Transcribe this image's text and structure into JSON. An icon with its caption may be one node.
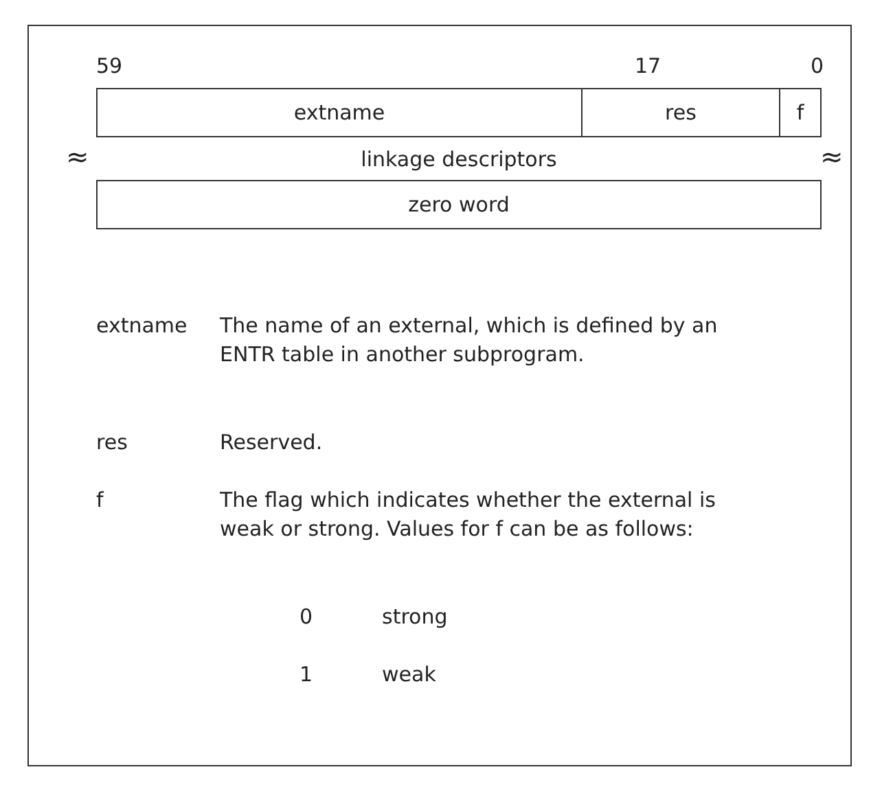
{
  "diagram": {
    "nodes": [
      {
        "text": [
          "extname"
        ]
      },
      {
        "text": [
          "res"
        ]
      },
      {
        "text": [
          "f"
        ]
      },
      {
        "text": [
          "linkage descriptors"
        ]
      },
      {
        "text": [
          "zero word"
        ]
      }
    ],
    "edges": [],
    "labels": [
      "59",
      "17",
      "0",
      "≈",
      "≈",
      "extname",
      "The name of an external, which is defined by an ENTR table in another subprogram.",
      "res",
      "Reserved.",
      "f",
      "The flag which indicates whether the external is weak or strong. Values for f can be as follows:",
      "0",
      "strong",
      "1",
      "weak"
    ]
  }
}
